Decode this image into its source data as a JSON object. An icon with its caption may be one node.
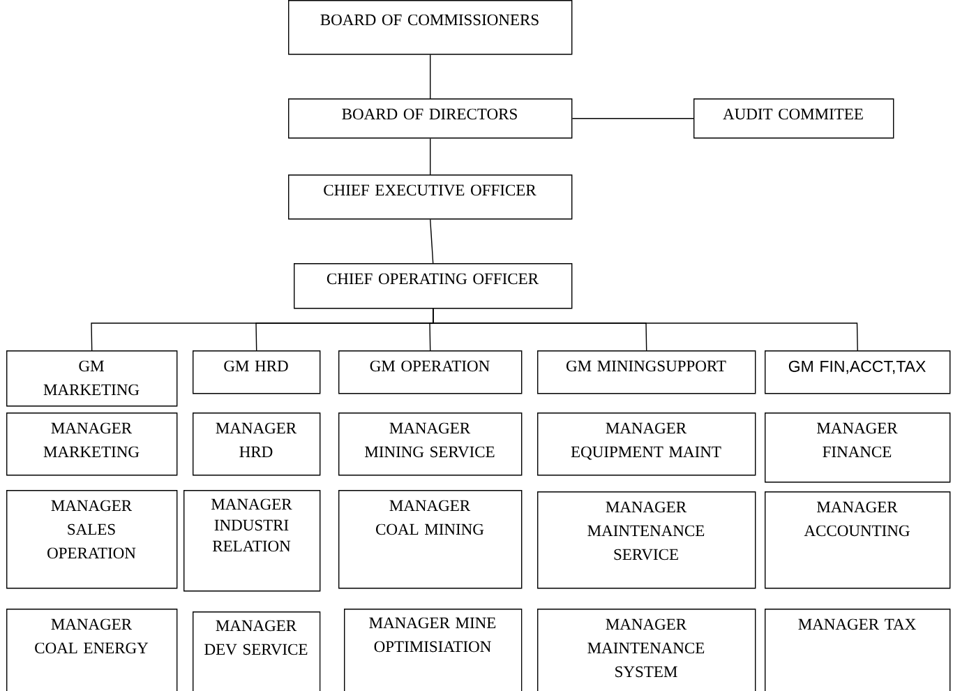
{
  "diagram": {
    "nodes": [
      {
        "text": [
          "BOARD OF COMMISSIONERS"
        ]
      },
      {
        "text": [
          "BOARD OF DIRECTORS"
        ]
      },
      {
        "text": [
          "AUDIT COMMITEE"
        ]
      },
      {
        "text": [
          "CHIEF EXECUTIVE OFFICER"
        ]
      },
      {
        "text": [
          "CHIEF OPERATING OFFICER"
        ]
      },
      {
        "text": [
          "GM MARKETING"
        ]
      },
      {
        "text": [
          "GM HRD"
        ]
      },
      {
        "text": [
          "GM OPERATION"
        ]
      },
      {
        "text": [
          "GM MININGSUPPORT"
        ]
      },
      {
        "text": [
          "GM FIN,ACCT,TAX"
        ]
      },
      {
        "text": [
          "MANAGER MARKETING"
        ]
      },
      {
        "text": [
          "MANAGER HRD"
        ]
      },
      {
        "text": [
          "MANAGER MINING SERVICE"
        ]
      },
      {
        "text": [
          "MANAGER EQUIPMENT MAINT"
        ]
      },
      {
        "text": [
          "MANAGER FINANCE"
        ]
      },
      {
        "text": [
          "MANAGER SALES OPERATION"
        ]
      },
      {
        "text": [
          "MANAGER INDUSTRI RELATION"
        ]
      },
      {
        "text": [
          "MANAGER COAL MINING"
        ]
      },
      {
        "text": [
          "MANAGER MAINTENANCE SERVICE"
        ]
      },
      {
        "text": [
          "MANAGER ACCOUNTING"
        ]
      },
      {
        "text": [
          "MANAGER COAL ENERGY"
        ]
      },
      {
        "text": [
          "MANAGER DEV SERVICE"
        ]
      },
      {
        "text": [
          "MANAGER MINE OPTIMISIATION"
        ]
      },
      {
        "text": [
          "MANAGER MAINTENANCE SYSTEM"
        ]
      },
      {
        "text": [
          "MANAGER TAX"
        ]
      }
    ],
    "edges": [
      {
        "from": 0,
        "to": 1,
        "arrow": "none"
      },
      {
        "from": 1,
        "to": 2,
        "arrow": "none"
      },
      {
        "from": 1,
        "to": 3,
        "arrow": "none"
      },
      {
        "from": 3,
        "to": 4,
        "arrow": "none"
      },
      {
        "from": 4,
        "to": 5,
        "arrow": "none"
      },
      {
        "from": 4,
        "to": 6,
        "arrow": "none"
      },
      {
        "from": 4,
        "to": 7,
        "arrow": "none"
      },
      {
        "from": 4,
        "to": 8,
        "arrow": "none"
      },
      {
        "from": 4,
        "to": 9,
        "arrow": "none"
      }
    ]
  }
}
